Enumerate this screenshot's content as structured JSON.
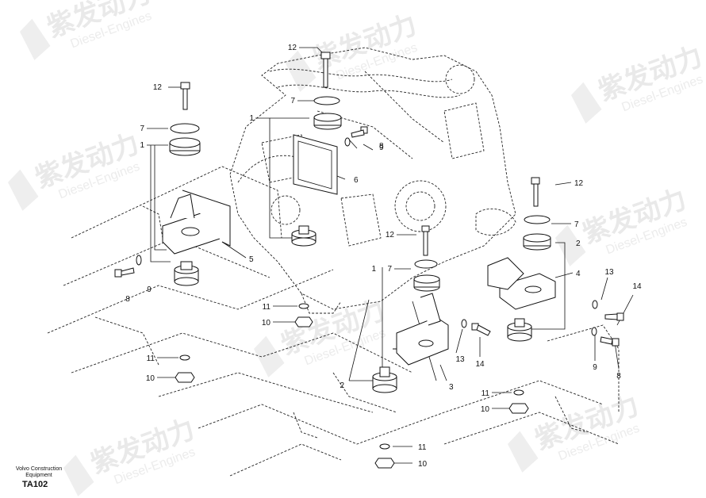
{
  "watermark": {
    "brand_cn": "紫发动力",
    "brand_en": "Diesel-Engines"
  },
  "footer": {
    "company_line1": "Volvo Construction",
    "company_line2": "Equipment",
    "code": "TA102"
  },
  "callouts": [
    {
      "id": "c1",
      "text": "12"
    },
    {
      "id": "c2",
      "text": "7"
    },
    {
      "id": "c3",
      "text": "1"
    },
    {
      "id": "c4",
      "text": "9"
    },
    {
      "id": "c5",
      "text": "8"
    },
    {
      "id": "c6",
      "text": "6"
    },
    {
      "id": "c7",
      "text": "12"
    },
    {
      "id": "c8",
      "text": "7"
    },
    {
      "id": "c9",
      "text": "1"
    },
    {
      "id": "c10",
      "text": "5"
    },
    {
      "id": "c11",
      "text": "8"
    },
    {
      "id": "c12",
      "text": "9"
    },
    {
      "id": "c13",
      "text": "11"
    },
    {
      "id": "c14",
      "text": "10"
    },
    {
      "id": "c15",
      "text": "11"
    },
    {
      "id": "c16",
      "text": "10"
    },
    {
      "id": "c17",
      "text": "12"
    },
    {
      "id": "c18",
      "text": "7"
    },
    {
      "id": "c19",
      "text": "1"
    },
    {
      "id": "c20",
      "text": "12"
    },
    {
      "id": "c21",
      "text": "7"
    },
    {
      "id": "c22",
      "text": "2"
    },
    {
      "id": "c23",
      "text": "4"
    },
    {
      "id": "c24",
      "text": "13"
    },
    {
      "id": "c25",
      "text": "14"
    },
    {
      "id": "c26",
      "text": "13"
    },
    {
      "id": "c27",
      "text": "14"
    },
    {
      "id": "c28",
      "text": "9"
    },
    {
      "id": "c29",
      "text": "8"
    },
    {
      "id": "c30",
      "text": "3"
    },
    {
      "id": "c31",
      "text": "2"
    },
    {
      "id": "c32",
      "text": "11"
    },
    {
      "id": "c33",
      "text": "10"
    },
    {
      "id": "c34",
      "text": "11"
    },
    {
      "id": "c35",
      "text": "10"
    }
  ]
}
